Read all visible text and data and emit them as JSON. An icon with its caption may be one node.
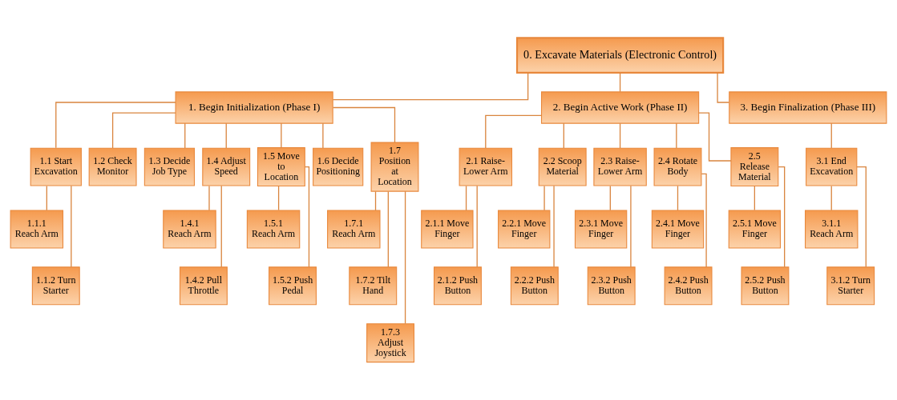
{
  "diagram": {
    "nodes": [
      {
        "text": [
          "0. Excavate Materials (Electronic Control)"
        ]
      },
      {
        "text": [
          "1. Begin Initialization (Phase I)"
        ]
      },
      {
        "text": [
          "2. Begin Active Work (Phase II)"
        ]
      },
      {
        "text": [
          "3. Begin Finalization (Phase III)"
        ]
      },
      {
        "text": [
          "1.1 Start Excavation"
        ]
      },
      {
        "text": [
          "1.2 Check Monitor"
        ]
      },
      {
        "text": [
          "1.3 Decide Job Type"
        ]
      },
      {
        "text": [
          "1.4 Adjust Speed"
        ]
      },
      {
        "text": [
          "1.5 Move to Location"
        ]
      },
      {
        "text": [
          "1.6 Decide Positioning"
        ]
      },
      {
        "text": [
          "1.7 Position at Location"
        ]
      },
      {
        "text": [
          "2.1 Raise-Lower Arm"
        ]
      },
      {
        "text": [
          "2.2 Scoop Material"
        ]
      },
      {
        "text": [
          "2.3 Raise-Lower Arm"
        ]
      },
      {
        "text": [
          "2.4 Rotate Body"
        ]
      },
      {
        "text": [
          "2.5 Release Material"
        ]
      },
      {
        "text": [
          "3.1 End Excavation"
        ]
      },
      {
        "text": [
          "1.1.1 Reach Arm"
        ]
      },
      {
        "text": [
          "1.1.2 Turn Starter"
        ]
      },
      {
        "text": [
          "1.4.1 Reach Arm"
        ]
      },
      {
        "text": [
          "1.4.2 Pull Throttle"
        ]
      },
      {
        "text": [
          "1.5.1 Reach Arm"
        ]
      },
      {
        "text": [
          "1.5.2 Push Pedal"
        ]
      },
      {
        "text": [
          "1.7.1 Reach Arm"
        ]
      },
      {
        "text": [
          "1.7.2 Tilt Hand"
        ]
      },
      {
        "text": [
          "1.7.3 Adjust Joystick"
        ]
      },
      {
        "text": [
          "2.1.1 Move Finger"
        ]
      },
      {
        "text": [
          "2.1.2 Push Button"
        ]
      },
      {
        "text": [
          "2.2.1 Move Finger"
        ]
      },
      {
        "text": [
          "2.2.2 Push Button"
        ]
      },
      {
        "text": [
          "2.3.1 Move Finger"
        ]
      },
      {
        "text": [
          "2.3.2 Push Button"
        ]
      },
      {
        "text": [
          "2.4.1 Move Finger"
        ]
      },
      {
        "text": [
          "2.4.2 Push Button"
        ]
      },
      {
        "text": [
          "2.5.1 Move Finger"
        ]
      },
      {
        "text": [
          "2.5.2 Push Button"
        ]
      },
      {
        "text": [
          "3.1.1 Reach Arm"
        ]
      },
      {
        "text": [
          "3.1.2 Turn Starter"
        ]
      }
    ],
    "edges": [
      {
        "from": 0,
        "to": 1,
        "arrow": "none"
      },
      {
        "from": 0,
        "to": 2,
        "arrow": "none"
      },
      {
        "from": 0,
        "to": 3,
        "arrow": "none"
      },
      {
        "from": 1,
        "to": 4,
        "arrow": "none"
      },
      {
        "from": 1,
        "to": 5,
        "arrow": "none"
      },
      {
        "from": 1,
        "to": 6,
        "arrow": "none"
      },
      {
        "from": 1,
        "to": 7,
        "arrow": "none"
      },
      {
        "from": 1,
        "to": 8,
        "arrow": "none"
      },
      {
        "from": 1,
        "to": 9,
        "arrow": "none"
      },
      {
        "from": 1,
        "to": 10,
        "arrow": "none"
      },
      {
        "from": 2,
        "to": 11,
        "arrow": "none"
      },
      {
        "from": 2,
        "to": 12,
        "arrow": "none"
      },
      {
        "from": 2,
        "to": 13,
        "arrow": "none"
      },
      {
        "from": 2,
        "to": 14,
        "arrow": "none"
      },
      {
        "from": 2,
        "to": 15,
        "arrow": "none"
      },
      {
        "from": 3,
        "to": 16,
        "arrow": "none"
      },
      {
        "from": 4,
        "to": 17,
        "arrow": "none"
      },
      {
        "from": 4,
        "to": 18,
        "arrow": "none"
      },
      {
        "from": 7,
        "to": 19,
        "arrow": "none"
      },
      {
        "from": 7,
        "to": 20,
        "arrow": "none"
      },
      {
        "from": 8,
        "to": 21,
        "arrow": "none"
      },
      {
        "from": 8,
        "to": 22,
        "arrow": "none"
      },
      {
        "from": 10,
        "to": 23,
        "arrow": "none"
      },
      {
        "from": 10,
        "to": 24,
        "arrow": "none"
      },
      {
        "from": 10,
        "to": 25,
        "arrow": "none"
      },
      {
        "from": 11,
        "to": 26,
        "arrow": "none"
      },
      {
        "from": 11,
        "to": 27,
        "arrow": "none"
      },
      {
        "from": 12,
        "to": 28,
        "arrow": "none"
      },
      {
        "from": 12,
        "to": 29,
        "arrow": "none"
      },
      {
        "from": 13,
        "to": 30,
        "arrow": "none"
      },
      {
        "from": 13,
        "to": 31,
        "arrow": "none"
      },
      {
        "from": 14,
        "to": 32,
        "arrow": "none"
      },
      {
        "from": 14,
        "to": 33,
        "arrow": "none"
      },
      {
        "from": 15,
        "to": 34,
        "arrow": "none"
      },
      {
        "from": 15,
        "to": 35,
        "arrow": "none"
      },
      {
        "from": 16,
        "to": 36,
        "arrow": "none"
      },
      {
        "from": 16,
        "to": 37,
        "arrow": "none"
      }
    ]
  }
}
